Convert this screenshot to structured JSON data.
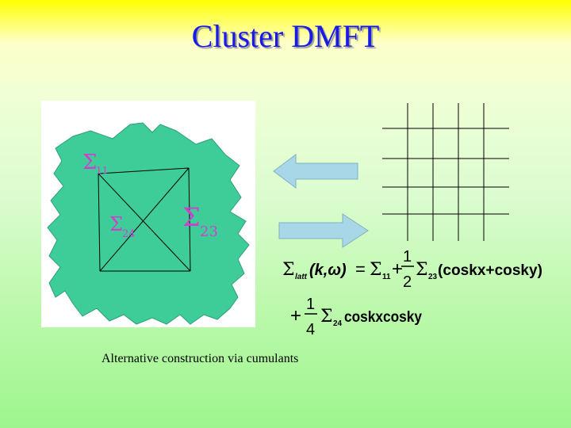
{
  "title": "Cluster DMFT",
  "cluster": {
    "labels": {
      "sigma": "Σ",
      "sub11": "11",
      "sub24": "24",
      "sub23": "23"
    }
  },
  "formula": {
    "line1": {
      "lhs": "Σ",
      "lhs_sub": "latt",
      "args": "(k,ω)",
      "eq": "=",
      "t1": "Σ",
      "t1_sub": "11",
      "plus": "+",
      "frac_num": "1",
      "frac_den": "2",
      "t2": "Σ",
      "t2_sub": "23",
      "t2_rest": "(coskx+cosky)"
    },
    "line2": {
      "plus": "+",
      "frac_num": "1",
      "frac_den": "4",
      "t3": "Σ",
      "t3_sub": "24",
      "t3_rest": "coskxcosky"
    }
  },
  "caption": "Alternative construction via cumulants",
  "colors": {
    "title": "#1a1ae6",
    "blob": "#3ecc99",
    "sigma_label": "#d040d0",
    "arrow_fill": "#a8d8e8"
  }
}
